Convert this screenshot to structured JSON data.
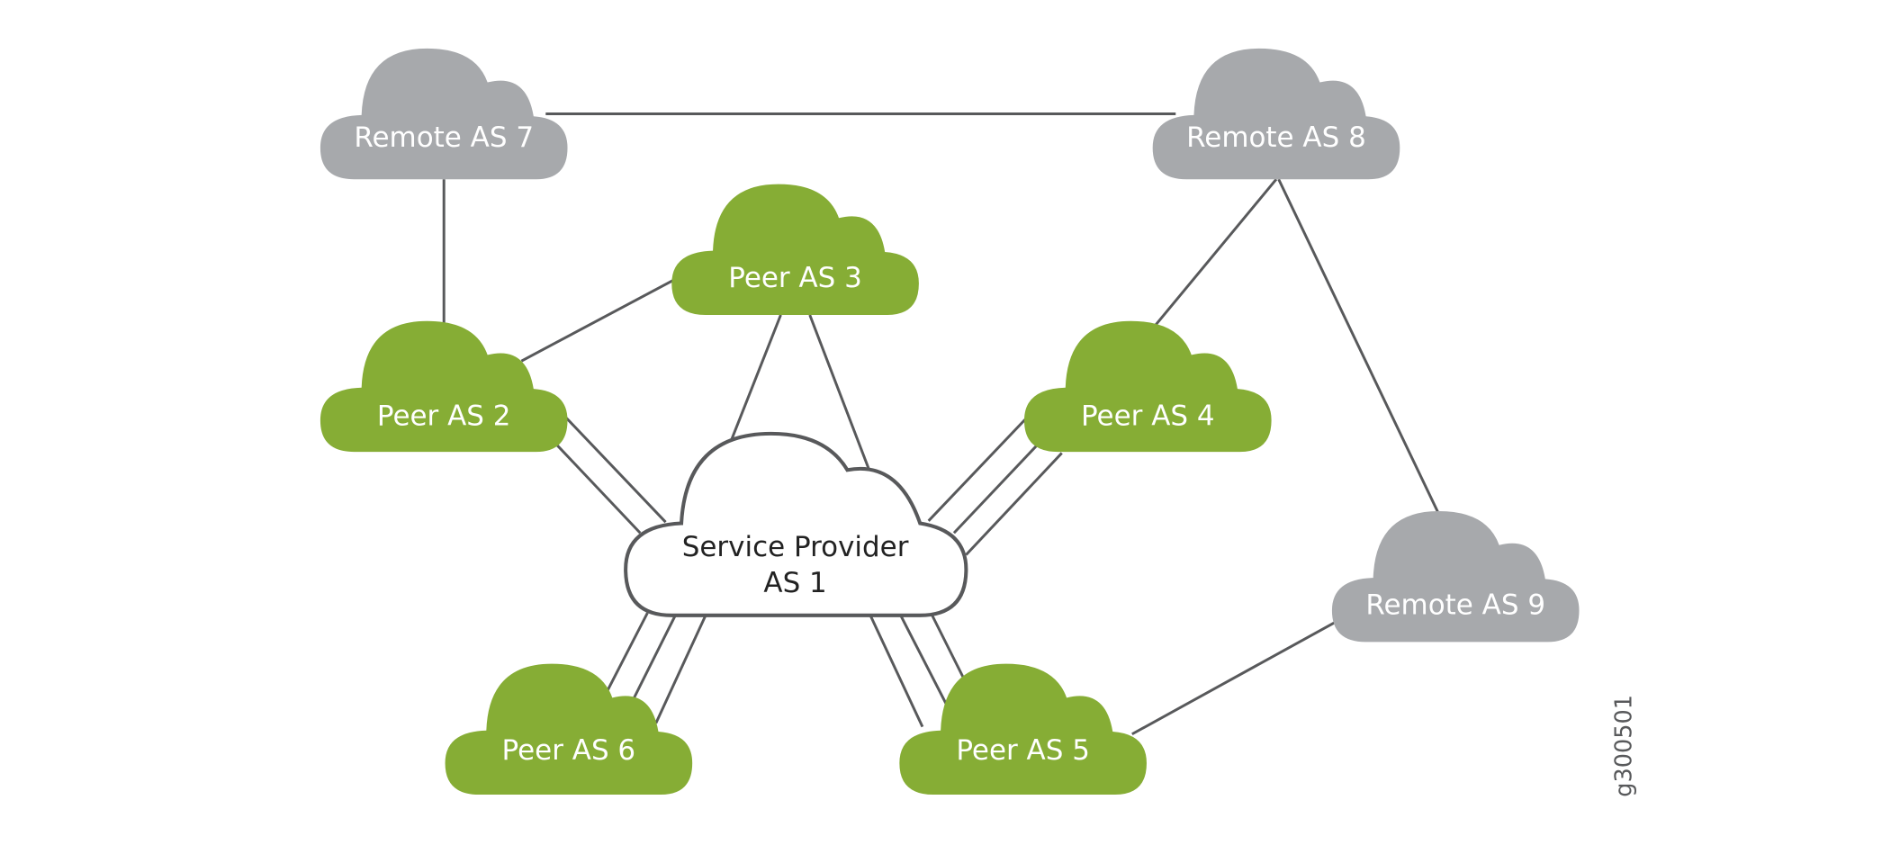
{
  "diagram": {
    "colors": {
      "peer": "#86ad35",
      "remote": "#a7a9ac",
      "provider_fill": "#ffffff",
      "provider_stroke": "#58595b",
      "link": "#58595b"
    },
    "nodes": {
      "remote7": {
        "label": "Remote AS 7",
        "type": "remote"
      },
      "remote8": {
        "label": "Remote AS 8",
        "type": "remote"
      },
      "remote9": {
        "label": "Remote AS 9",
        "type": "remote"
      },
      "peer2": {
        "label": "Peer AS 2",
        "type": "peer"
      },
      "peer3": {
        "label": "Peer AS 3",
        "type": "peer"
      },
      "peer4": {
        "label": "Peer AS 4",
        "type": "peer"
      },
      "peer5": {
        "label": "Peer AS 5",
        "type": "peer"
      },
      "peer6": {
        "label": "Peer AS 6",
        "type": "peer"
      },
      "provider": {
        "label_line1": "Service Provider",
        "label_line2": "AS 1",
        "type": "provider"
      }
    },
    "links": [
      {
        "from": "remote7",
        "to": "remote8",
        "count": 1
      },
      {
        "from": "remote7",
        "to": "peer2",
        "count": 1
      },
      {
        "from": "peer2",
        "to": "peer3",
        "count": 1
      },
      {
        "from": "remote8",
        "to": "peer4",
        "count": 1
      },
      {
        "from": "remote8",
        "to": "remote9",
        "count": 1
      },
      {
        "from": "remote9",
        "to": "peer5",
        "count": 1
      },
      {
        "from": "peer3",
        "to": "provider",
        "count": 2
      },
      {
        "from": "peer2",
        "to": "provider",
        "count": 2
      },
      {
        "from": "peer4",
        "to": "provider",
        "count": 3
      },
      {
        "from": "peer6",
        "to": "provider",
        "count": 3
      },
      {
        "from": "peer5",
        "to": "provider",
        "count": 3
      }
    ],
    "figure_id": "g300501"
  }
}
